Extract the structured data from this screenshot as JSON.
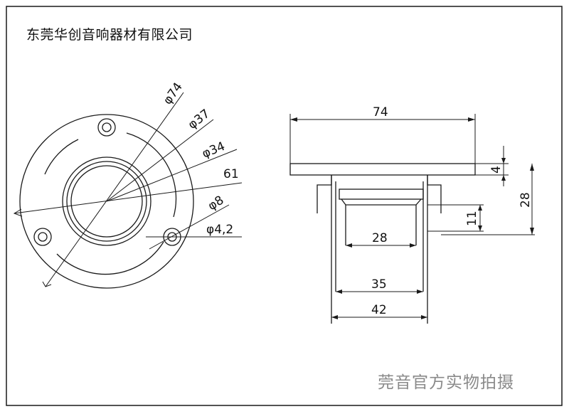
{
  "company": "东莞华创音响器材有限公司",
  "watermark": "莞音官方实物拍摄",
  "front_view": {
    "dims": {
      "d74": "φ74",
      "d37": "φ37",
      "d34": "φ34",
      "d61": "61",
      "d8": "φ8",
      "d42": "φ4,2"
    }
  },
  "side_view": {
    "dims": {
      "w74": "74",
      "h4": "4",
      "h28": "28",
      "h11": "11",
      "w28": "28",
      "w35": "35",
      "w42": "42"
    }
  },
  "colors": {
    "line": "#1a1a1a",
    "watermark": "#8a8a8a"
  }
}
